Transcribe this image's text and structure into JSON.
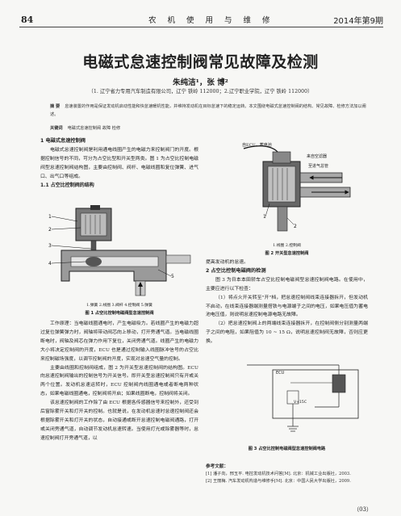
{
  "header": {
    "page_number": "84",
    "magazine": "农机使用与维修",
    "issue": "2014年第9期"
  },
  "article": {
    "title": "电磁式怠速控制阀常见故障及检测",
    "authors": "朱纯洁¹，张 博²",
    "affiliation": "（1. 辽宁省力专用汽车制造有限公司，辽宁 铁岭 112000；2.辽宁职业学院，辽宁 铁岭 112000）",
    "abstract_label": "摘 要",
    "abstract_text": "怠速装置的作用是保证发动机启动性能和快怠速暖机性能，并维持发动机在目标怠速下的稳定运转。本文围绕电磁式怠速控制阀的结构、常见故障、检修方法加以阐述。",
    "keywords_label": "关键词",
    "keywords_text": "电磁式怠速控制阀 故障 检修"
  },
  "left_column": {
    "s1_heading": "1 电磁式怠速控制阀",
    "s1_p1": "电磁式怠速控制阀是利用通电线圈产生的电磁力来控制阀门的开度。根据控制信号的不同，可分为占空比型和开关型两类。图 1 为占空比控制电磁阀型怠速控制阀结构图，主要由控制阀、阀杆、电磁线圈和复位弹簧、进气口、出气口等组成。",
    "s11_heading": "1.1 占空比控制阀的结构",
    "fig1_legend": "1.弹簧 2.线圈 3.阀杆 4.控制阀 5.弹簧",
    "fig1_caption": "图 1 占空比控制电磁阀型怠速控制阀",
    "s11_p1": "工作原理：当电磁线圈通电时，产生电磁吸力。若线圈产生的电磁力超过复位弹簧弹力时，阀轴将带动阀芯向上移动，打开旁通气道。当电磁线圈断电时，阀轴及阀芯在弹力作用下复位，关闭旁通气道。线圈产生的电磁力大小将决定控制阀的开度，ECU 也是通过控制输入线圈脉冲信号的占空比来控制磁场强度，以调节控制阀的开度，实现对怠速空气量的控制。",
    "s11_p2": "主要由线圈和控制阀组成，图 2 为开关型怠速控制阀的结构图。ECU 向怠速控制阀输出的控制信号为开关信号。即开关型怠速控制阀只有开或关两个位置。发动机怠速运转时，ECU 控制阀内线圈通电或者断电两种状态，如果电磁线圈通电，控制阀将开启；如果线圈断电，控制阀将关闭。",
    "s11_p3": "该怠速控制阀的工作除了由 ECU 根据各传感器信号来控制外，还受到后窗除雾开关和灯开关的控制。也就是说，在发动机怠速时怠速控制阀还会根据除雾开关和灯开关的状态，自动接通或断开怠速控制电磁阀通路，打开或关闭旁通气道，自动调节发动机怠速转速。当使用灯光或除雾器等时，怠速控制阀打开旁通气道，以"
  },
  "right_column": {
    "fig2_labels": {
      "ecu": "自ECU，蓄电池",
      "air_filter": "来自空滤器",
      "intake": "至进气总管"
    },
    "fig2_legend": "1.线圈 2.控制阀",
    "fig2_caption": "图 2 开关型怠速控制阀",
    "p_intro": "提高发动机的怠速。",
    "s2_heading": "2 占空比控制电磁阀的检测",
    "s2_p1": "图 3 为日本本田轿车占空比控制电磁阀型怠速控制阀电路。在使用中，主要应进行以下检查：",
    "s2_p2": "（1）将点火开关转至\"开\"档，把怠速控制阀线束连接器拆开，但发动机不启动，在线束连接器端测量搭铁与电源端子之间的电压，如果电压值为蓄电池电压值，则说明怠速控制电源电路无故障。",
    "s2_p3": "（2）把怠速控制阀上的两端线束连接器拆开，在控制阀侧分别测量两端子之间的电阻，如果阻值为 10 ~ 15 Ω，说明怠速控制阀无故障，否则应更换。",
    "fig3_labels": {
      "ecu": "ECU",
      "vcc": "V+15C"
    },
    "fig3_caption": "图 3 占空比控制电磁阀型怠速控制阀电路"
  },
  "references": {
    "heading": "参考文献：",
    "items": [
      "[1] 潘子向，邢玉平. 电控发动机技术问答[M]. 北京：机械工业出版社，2003.",
      "[2] 王丽梅. 汽车发动机构造与维修手[M]. 北京：中国人民大学出版社，2009."
    ],
    "code": "（03）"
  }
}
